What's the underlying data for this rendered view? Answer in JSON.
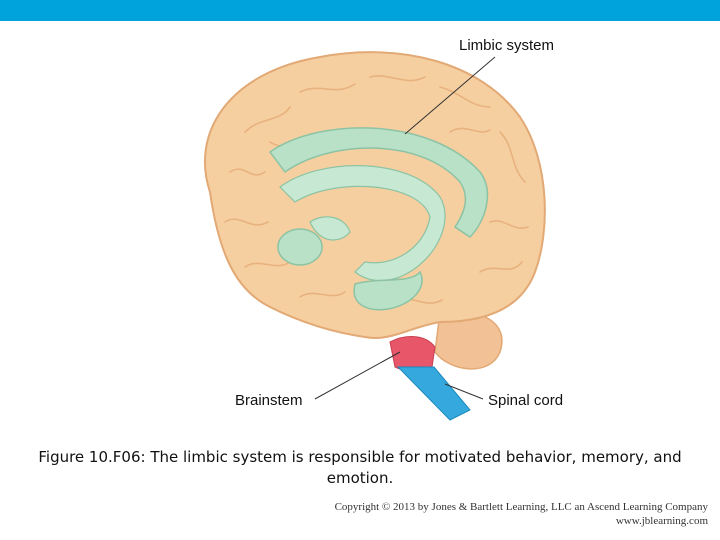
{
  "header": {
    "bar_color": "#00a3dc"
  },
  "diagram": {
    "labels": {
      "limbic_system": "Limbic system",
      "brainstem": "Brainstem",
      "spinal_cord": "Spinal cord"
    },
    "colors": {
      "cortex": "#f6cfa1",
      "cortex_outline": "#e2a975",
      "limbic": "#b9e1c8",
      "limbic_outline": "#8cc3a4",
      "brainstem": "#e8566a",
      "spinal_cord": "#35a9dd",
      "cerebellum": "#f3c196"
    }
  },
  "caption": "Figure 10.F06: The limbic system is responsible for motivated behavior, memory, and emotion.",
  "copyright": {
    "line1": "Copyright © 2013 by Jones & Bartlett Learning, LLC an Ascend Learning Company",
    "line2": "www.jblearning.com"
  }
}
